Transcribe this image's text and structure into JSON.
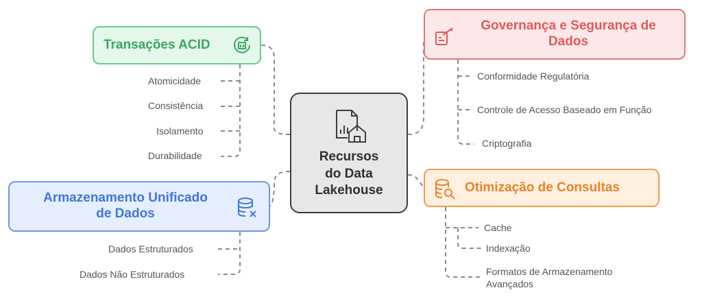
{
  "center": {
    "line1": "Recursos",
    "line2": "do Data",
    "line3": "Lakehouse",
    "icon": "data-lakehouse-icon"
  },
  "acid": {
    "title": "Transações ACID",
    "icon": "transaction-cycle-icon",
    "color": "#3aa762",
    "items": [
      "Atomicidade",
      "Consistência",
      "Isolamento",
      "Durabilidade"
    ]
  },
  "governance": {
    "title_line1": "Governança e Segurança de",
    "title_line2": "Dados",
    "icon": "signed-document-icon",
    "color": "#e05a5a",
    "items": [
      "Conformidade Regulatória",
      "Controle de Acesso Baseado em Função",
      "Criptografia"
    ]
  },
  "storage": {
    "title_line1": "Armazenamento Unificado",
    "title_line2": "de Dados",
    "icon": "database-x-icon",
    "color": "#4177d4",
    "items": [
      "Dados Estruturados",
      "Dados Não Estruturados"
    ]
  },
  "optimization": {
    "title": "Otimização de Consultas",
    "icon": "database-search-icon",
    "color": "#e58428",
    "items": [
      "Cache",
      "Indexação",
      "Formatos de Armazenamento",
      "Avançados"
    ]
  }
}
